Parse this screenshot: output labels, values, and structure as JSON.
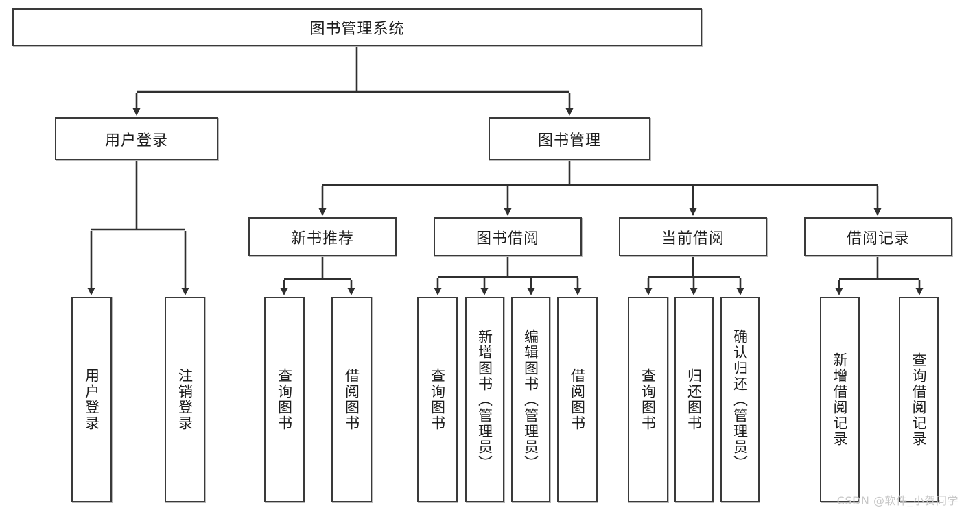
{
  "diagram": {
    "title": "图书管理系统",
    "type": "hierarchy-tree",
    "root": {
      "label": "图书管理系统"
    },
    "level2": [
      {
        "label": "用户登录"
      },
      {
        "label": "图书管理"
      }
    ],
    "level3": [
      {
        "label": "新书推荐"
      },
      {
        "label": "图书借阅"
      },
      {
        "label": "当前借阅"
      },
      {
        "label": "借阅记录"
      }
    ],
    "leaves": {
      "user_login": [
        {
          "label": "用户登录"
        },
        {
          "label": "注销登录"
        }
      ],
      "new_book_recommend": [
        {
          "label": "查询图书"
        },
        {
          "label": "借阅图书"
        }
      ],
      "book_borrow": [
        {
          "label": "查询图书"
        },
        {
          "label": "新增图书（管理员）"
        },
        {
          "label": "编辑图书（管理员）"
        },
        {
          "label": "借阅图书"
        }
      ],
      "current_borrow": [
        {
          "label": "查询图书"
        },
        {
          "label": "归还图书"
        },
        {
          "label": "确认归还（管理员）"
        }
      ],
      "borrow_record": [
        {
          "label": "新增借阅记录"
        },
        {
          "label": "查询借阅记录"
        }
      ]
    }
  },
  "watermark": {
    "text": "CSDN @软件_小贺同学"
  },
  "colors": {
    "box_border": "#3a3a3a",
    "box_fill": "#ffffff",
    "edge": "#2f2f2f",
    "text": "#1d1d1d",
    "watermark": "#c8c8c8"
  }
}
